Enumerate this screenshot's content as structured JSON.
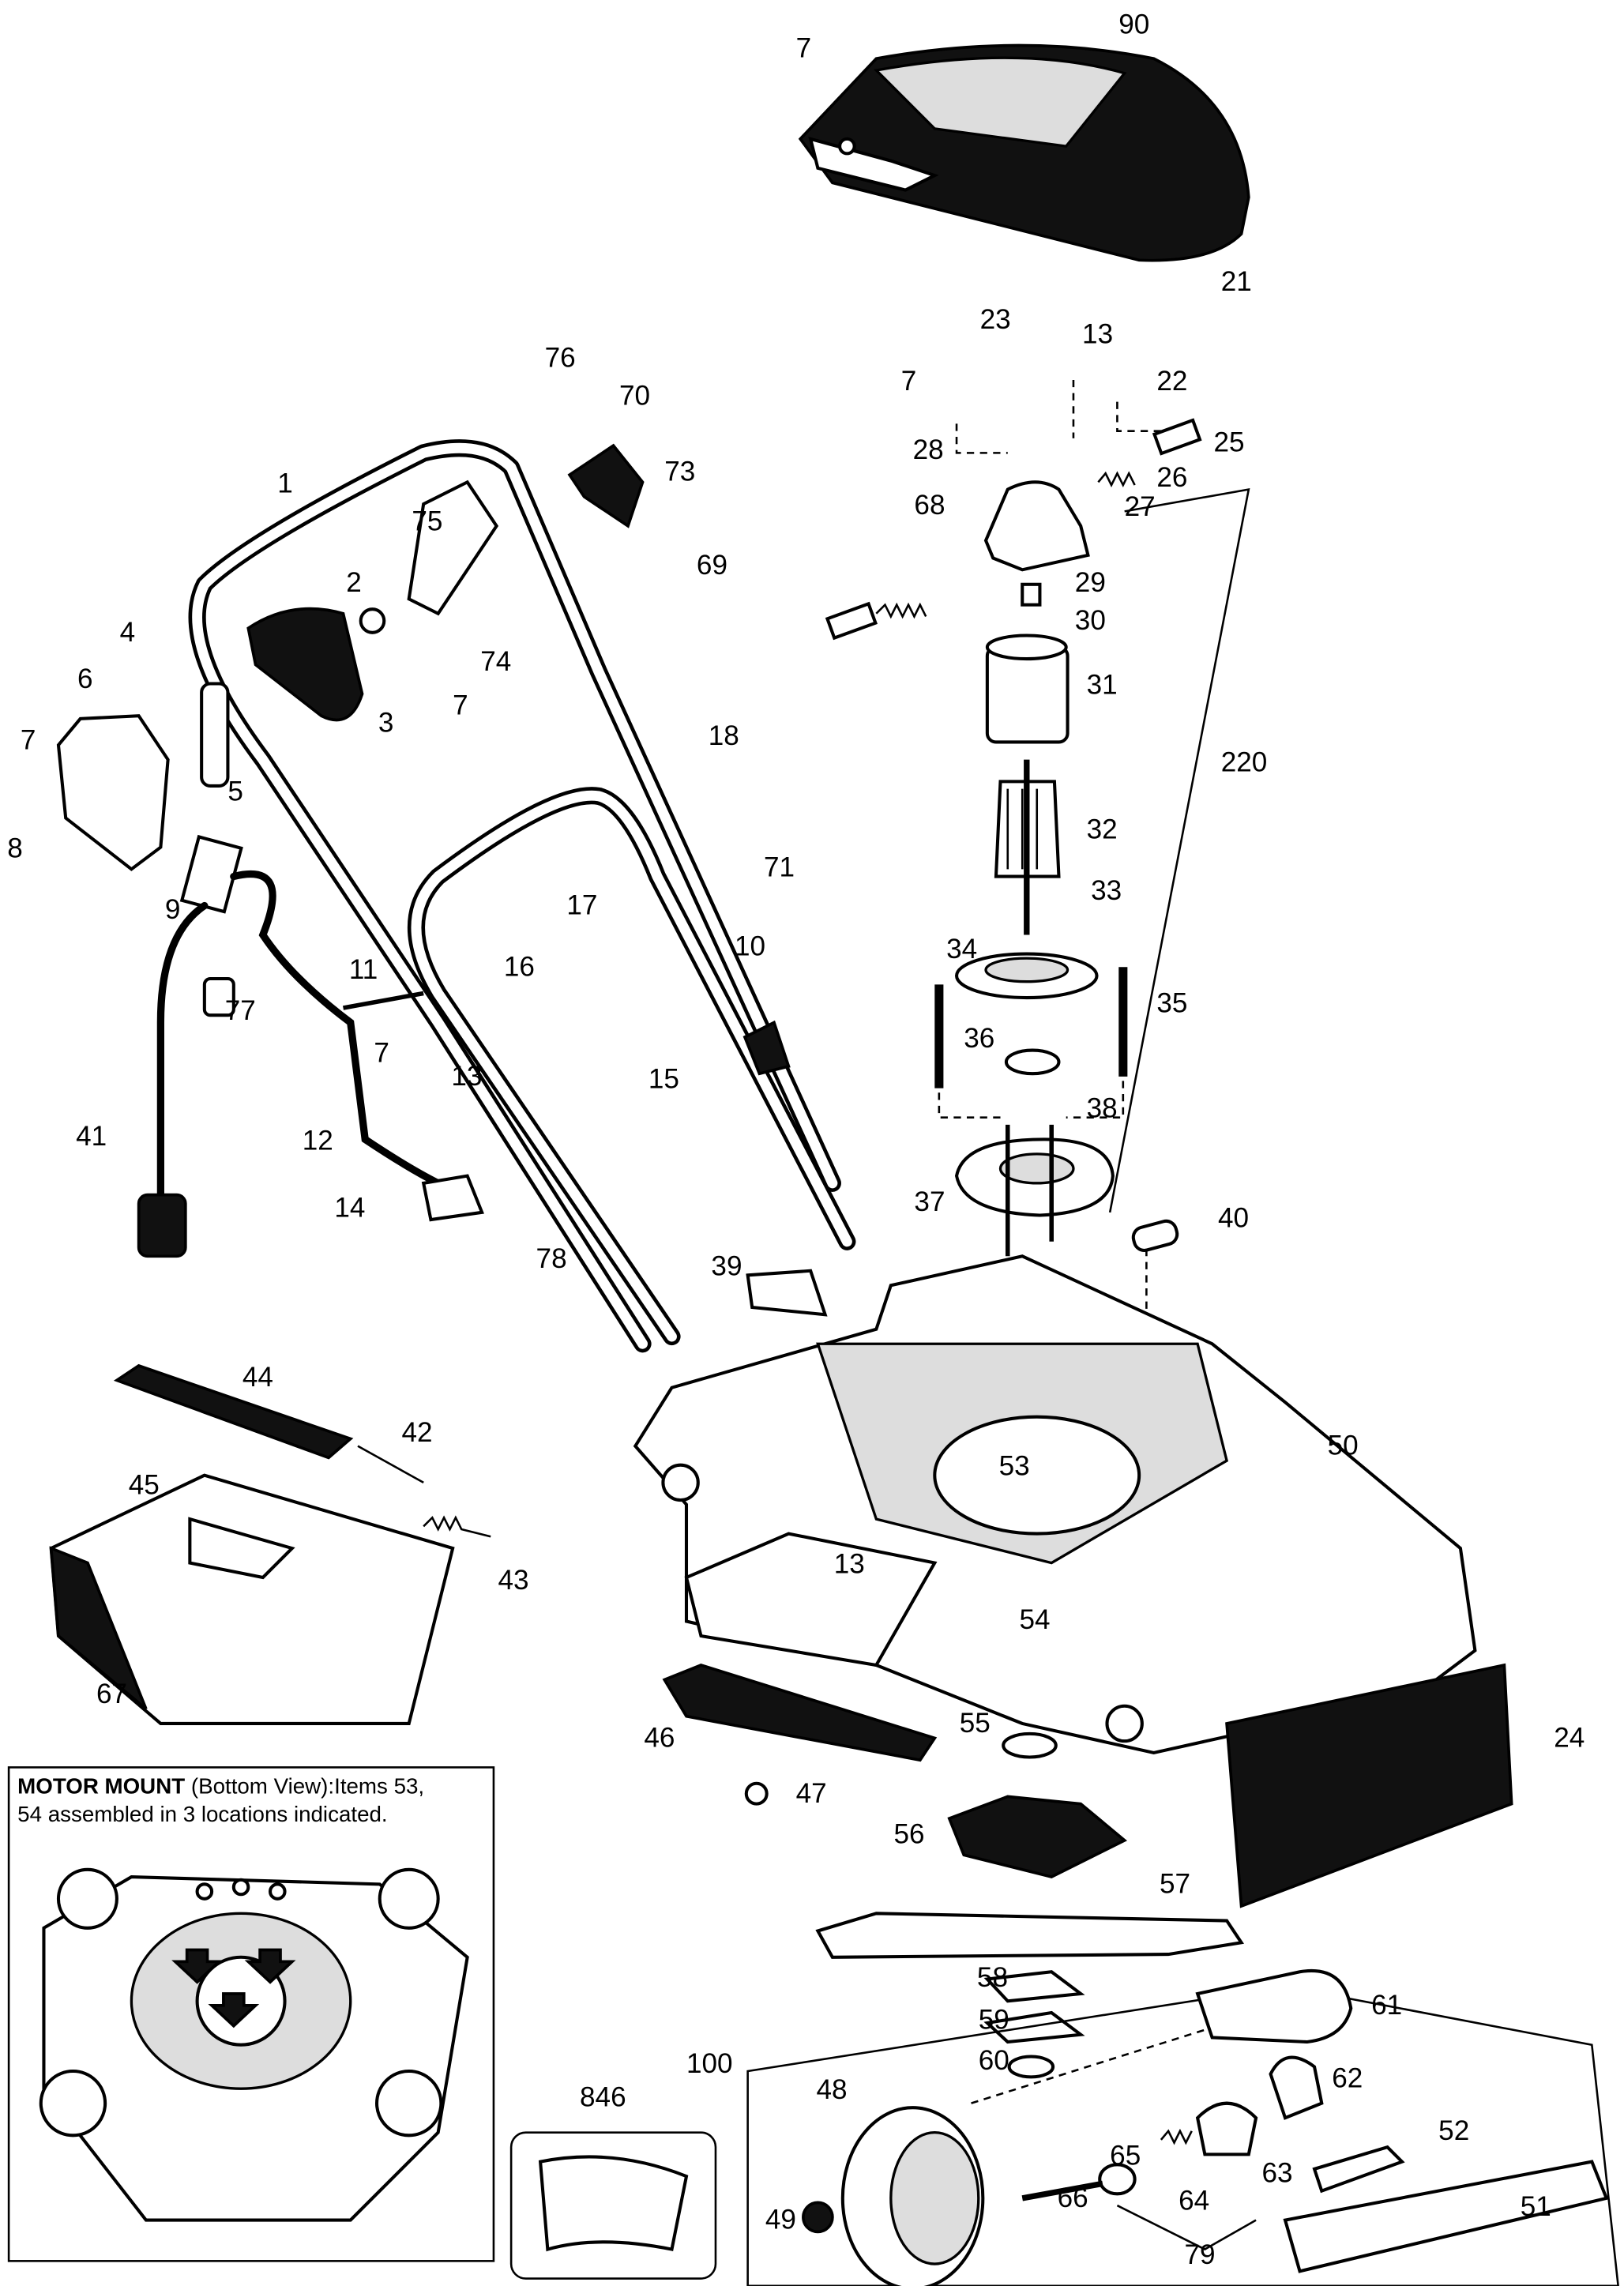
{
  "diagram": {
    "inset_caption": {
      "title": "MOTOR MOUNT",
      "line1_rest": " (Bottom View):Items 53,",
      "line2": "54 assembled in 3 locations indicated."
    },
    "callouts": [
      "7",
      "90",
      "21",
      "23",
      "13",
      "7",
      "22",
      "28",
      "25",
      "26",
      "27",
      "68",
      "29",
      "30",
      "31",
      "220",
      "32",
      "33",
      "34",
      "35",
      "36",
      "38",
      "37",
      "40",
      "76",
      "70",
      "73",
      "1",
      "75",
      "69",
      "2",
      "74",
      "3",
      "7",
      "4",
      "6",
      "5",
      "7",
      "18",
      "8",
      "9",
      "17",
      "71",
      "16",
      "10",
      "11",
      "77",
      "7",
      "13",
      "41",
      "15",
      "12",
      "14",
      "78",
      "39",
      "44",
      "42",
      "50",
      "45",
      "53",
      "43",
      "13",
      "54",
      "67",
      "46",
      "55",
      "24",
      "47",
      "56",
      "57",
      "58",
      "61",
      "59",
      "62",
      "100",
      "60",
      "846",
      "48",
      "52",
      "65",
      "63",
      "66",
      "64",
      "51",
      "49",
      "79"
    ],
    "colors": {
      "line": "#000000",
      "background": "#ffffff"
    }
  }
}
